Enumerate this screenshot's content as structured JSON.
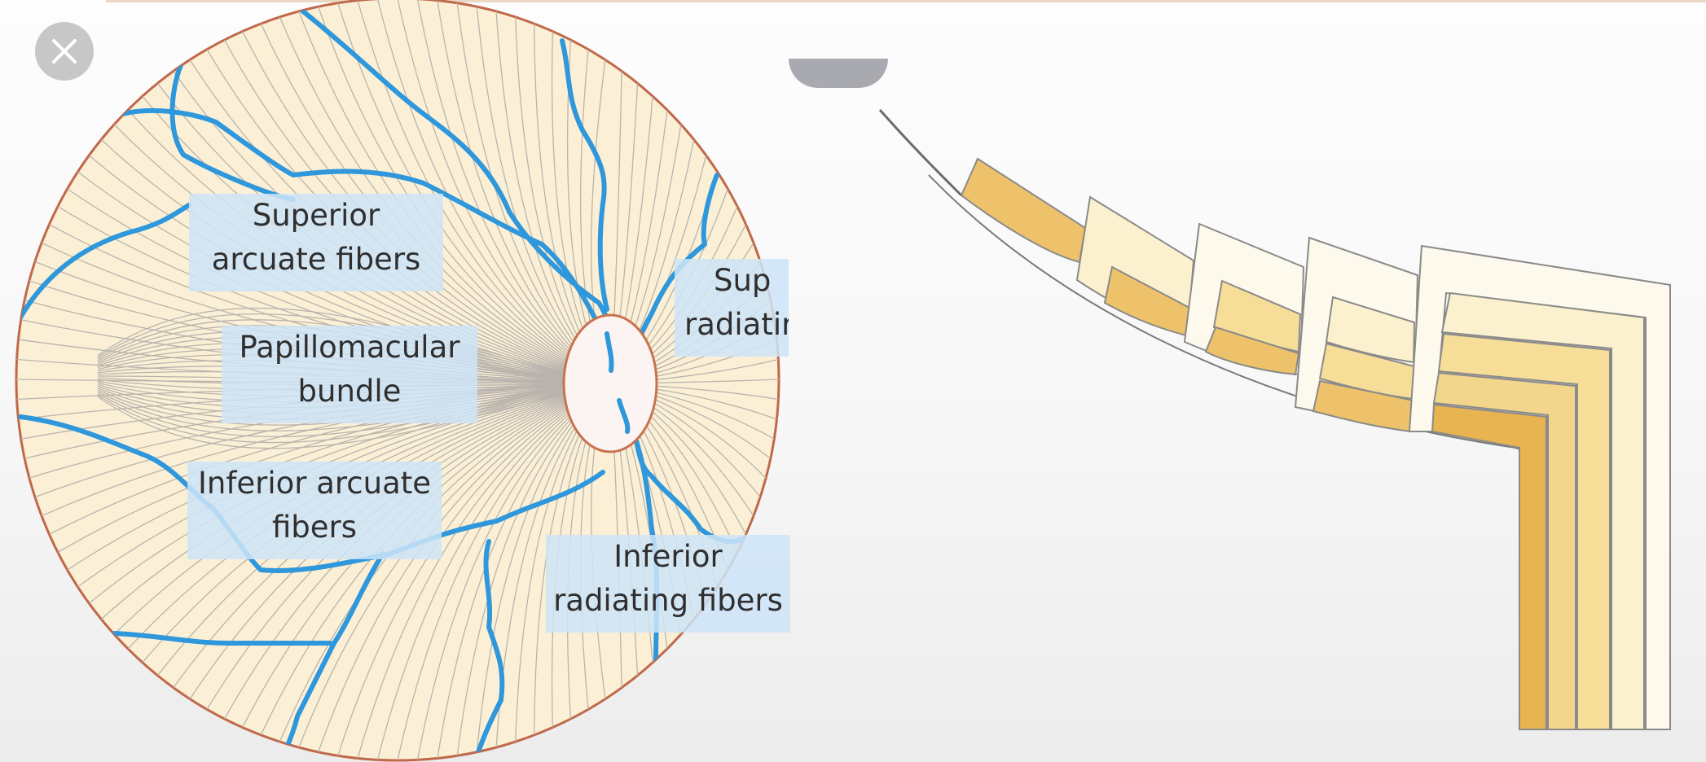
{
  "labels": {
    "superior_arcuate": [
      "Superior",
      "arcuate fibers"
    ],
    "papillomacular": [
      "Papillomacular",
      "bundle"
    ],
    "inferior_arcuate": [
      "Inferior arcuate",
      "fibers"
    ],
    "superior_radiating": [
      "Sup",
      "radiatir"
    ],
    "inferior_radiating": [
      "Inferior",
      "radiating fibers"
    ]
  },
  "colors": {
    "retina_fill": "#fbf0d6",
    "retina_border": "#c0684a",
    "fiber_lines": "#b9b3ad",
    "vessels": "#2f97db",
    "disc_border": "#c8734f",
    "label_bg": "#cfe4f8",
    "layer_dark": "#e8b452",
    "layer_mid": "#f2d68c",
    "layer_light": "#fbf1cf",
    "layer_pale": "#fdf9ec"
  },
  "icons": {
    "close": "close-icon"
  }
}
